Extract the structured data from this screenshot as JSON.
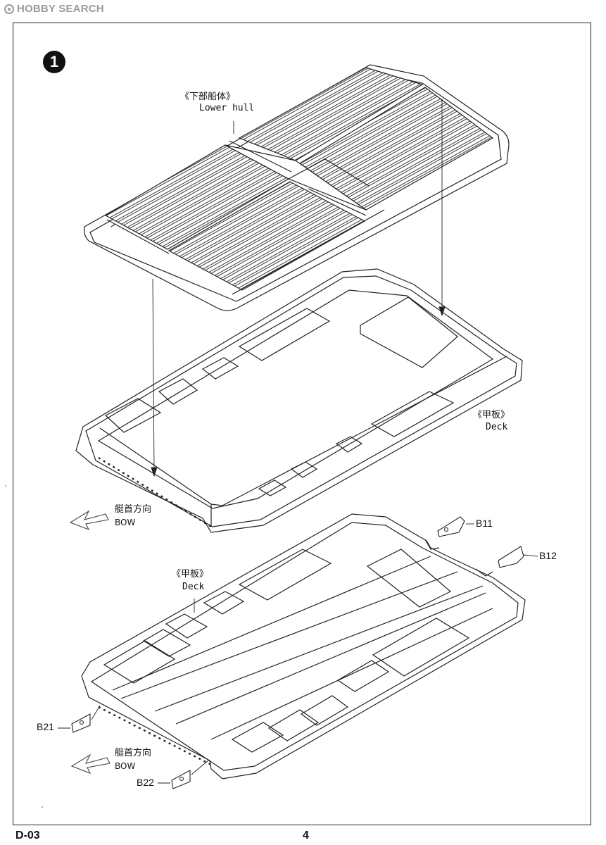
{
  "watermark": {
    "text": "HOBBY SEARCH",
    "logo_icon": "hobbysearch-logo-icon"
  },
  "step": {
    "number": "1"
  },
  "labels": {
    "lower_hull_jp": "《下部船体》",
    "lower_hull_en": "Lower hull",
    "deck_top_jp": "《甲板》",
    "deck_top_en": "Deck",
    "bow_top_jp": "艇首方向",
    "bow_top_en": "BOW",
    "deck_bottom_jp": "《甲板》",
    "deck_bottom_en": "Deck",
    "bow_bottom_jp": "艇首方向",
    "bow_bottom_en": "BOW"
  },
  "parts": {
    "b11": "B11",
    "b12": "B12",
    "b21": "B21",
    "b22": "B22"
  },
  "footer": {
    "code": "D-03",
    "page": "4"
  }
}
